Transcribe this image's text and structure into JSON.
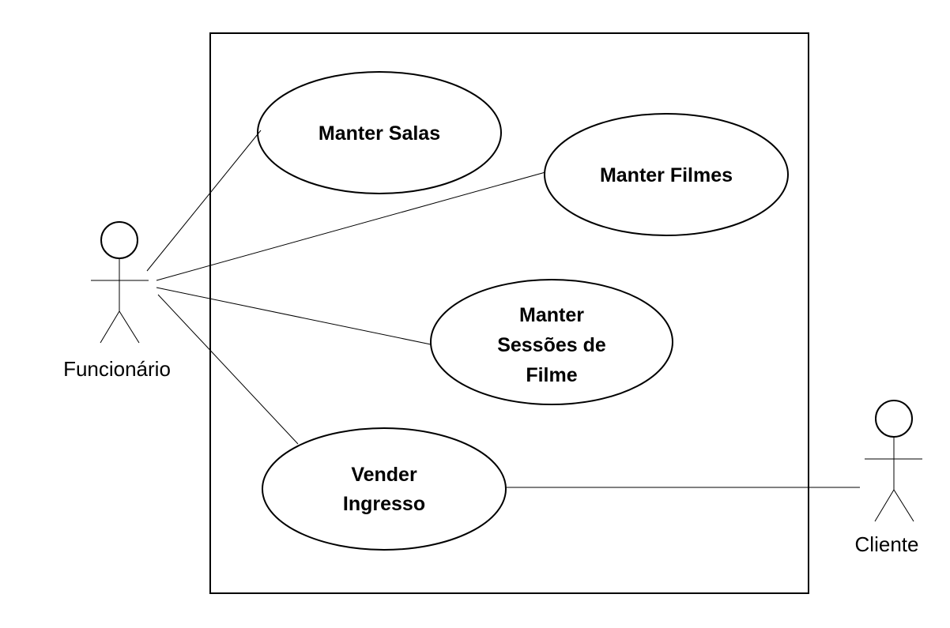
{
  "diagram": {
    "type": "uml-use-case",
    "actors": [
      {
        "id": "funcionario",
        "name": "Funcionário"
      },
      {
        "id": "cliente",
        "name": "Cliente"
      }
    ],
    "use_cases": [
      {
        "id": "manter-salas",
        "lines": [
          "Manter Salas"
        ]
      },
      {
        "id": "manter-filmes",
        "lines": [
          "Manter Filmes"
        ]
      },
      {
        "id": "manter-sessoes",
        "lines": [
          "Manter",
          "Sessões de",
          "Filme"
        ]
      },
      {
        "id": "vender-ingresso",
        "lines": [
          "Vender",
          "Ingresso"
        ]
      }
    ],
    "associations": [
      {
        "actor": "funcionario",
        "use_case": "manter-salas"
      },
      {
        "actor": "funcionario",
        "use_case": "manter-filmes"
      },
      {
        "actor": "funcionario",
        "use_case": "manter-sessoes"
      },
      {
        "actor": "funcionario",
        "use_case": "vender-ingresso"
      },
      {
        "actor": "cliente",
        "use_case": "vender-ingresso"
      }
    ],
    "colors": {
      "stroke": "#000000",
      "background": "#ffffff"
    }
  }
}
